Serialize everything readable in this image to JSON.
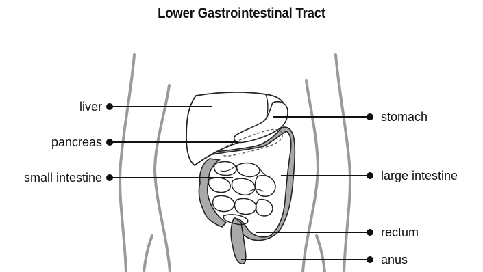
{
  "title": "Lower Gastrointestinal Tract",
  "labels": {
    "liver": "liver",
    "pancreas": "pancreas",
    "small_intestine": "small intestine",
    "stomach": "stomach",
    "large_intestine": "large intestine",
    "rectum": "rectum",
    "anus": "anus"
  },
  "colors": {
    "organ_fill": "#a9a9a9",
    "body_outline": "#9a9a9a",
    "line": "#111111"
  }
}
